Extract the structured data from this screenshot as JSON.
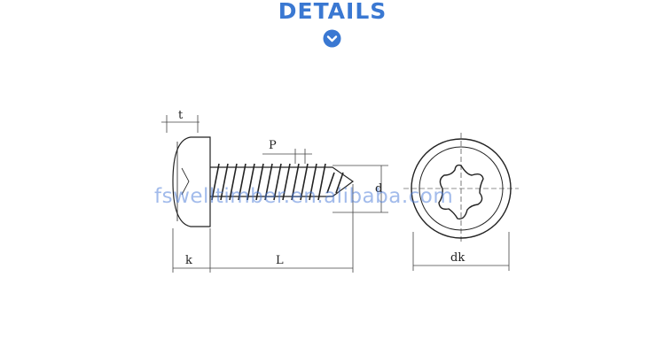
{
  "header": {
    "title": "DETAILS",
    "chevron_icon": "chevron-down-circle-icon",
    "accent_color": "#3a78d2"
  },
  "diagram": {
    "labels": {
      "t": "t",
      "p": "P",
      "d": "d",
      "k": "k",
      "l": "L",
      "dk": "dk"
    },
    "drive_icon": "torx-recess-icon"
  },
  "watermark": {
    "text": "fswelltimber.en.alibaba.com"
  }
}
